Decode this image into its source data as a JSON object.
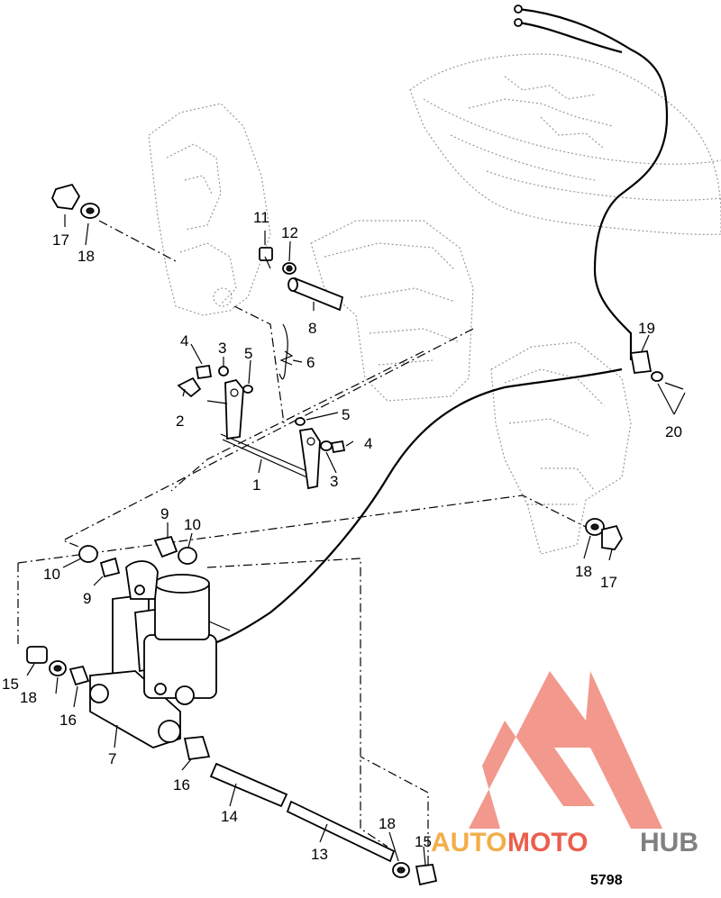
{
  "diagram": {
    "figure_number": "5798",
    "callouts": {
      "c1": "1",
      "c2": "2",
      "c3a": "3",
      "c3b": "3",
      "c4a": "4",
      "c4b": "4",
      "c5a": "5",
      "c5b": "5",
      "c6": "6",
      "c7": "7",
      "c8": "8",
      "c9a": "9",
      "c9b": "9",
      "c10a": "10",
      "c10b": "10",
      "c11": "11",
      "c12": "12",
      "c13": "13",
      "c14": "14",
      "c15a": "15",
      "c15b": "15",
      "c16a": "16",
      "c16b": "16",
      "c17a": "17",
      "c17b": "17",
      "c18a": "18",
      "c18b": "18",
      "c18c": "18",
      "c18d": "18",
      "c19": "19",
      "c20": "20"
    }
  },
  "watermark": {
    "part1": "AUTO",
    "part2": "MOTO",
    "part3": "HUB",
    "colors": {
      "auto": "#f2a12a",
      "moto": "#e8442e",
      "hub": "#6a6a6a",
      "mark": "#e8442e"
    }
  }
}
